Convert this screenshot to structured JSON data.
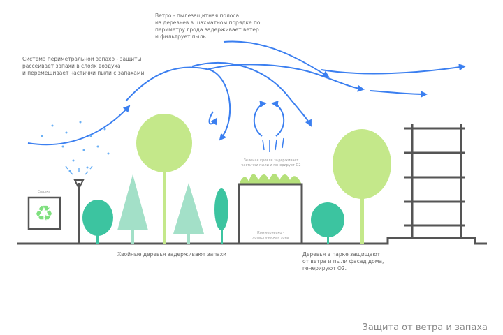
{
  "title": "Защита от ветра и запаха",
  "notes": {
    "windbreak": "Ветро - пылезащитная полоса\nиз деревьев в шахматном порядке по\nпериметру грода задерживает ветер\nи фильтрует пыль.",
    "perimeter": "Система периметральной запахо - защиты\nрассеивает запахи в слоях воздуха\nи перемещивает частички пыли с запахами.",
    "green_roof": "Зеленая кровля задерживает\nчастички пыли и генерирует О2",
    "logistics": "Коммерческо -\nлогистическая зона",
    "conifers": "Хвойные деревья задерживают запахи",
    "park": "Деревья в парке защищают\nот ветра и пыли фасад дома,\nгенерируют О2.",
    "dump": "Свалка"
  },
  "colors": {
    "wind": "#3b7ff0",
    "ground": "#555555",
    "light_tree": "#c4e88a",
    "teal_tree": "#3cc4a0",
    "mint_tree": "#a3e0c8",
    "recycle": "#7fe07f"
  }
}
